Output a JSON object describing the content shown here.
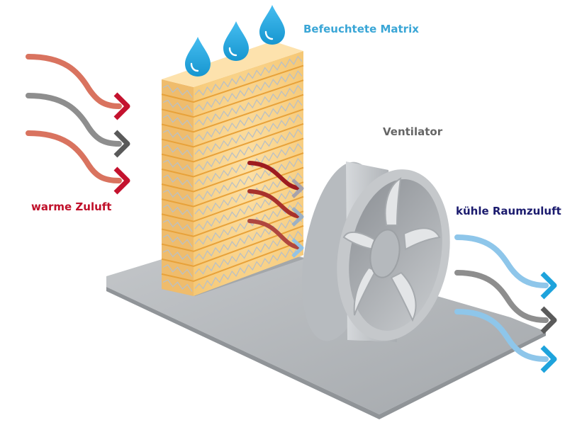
{
  "labels": {
    "matrix": "Befeuchtete Matrix",
    "fan": "Ventilator",
    "warm_air": "warme Zuluft",
    "cool_air": "kühle Raumzuluft"
  },
  "colors": {
    "matrix_label": "#3aa6d6",
    "fan_label": "#666666",
    "warm_label": "#c0102a",
    "cool_label": "#1b1b6e",
    "warm_stream": "#d9735f",
    "warm_head": "#c4122e",
    "neutral_stream": "#8e8e8e",
    "neutral_head": "#5a5a5a",
    "cool_stream": "#8ec6ea",
    "cool_head": "#1ea3dc",
    "water": "#29a9e1",
    "pad_front": "#fbd38a",
    "pad_side": "#efbc6c",
    "pad_top": "#fde2ad",
    "pad_line": "#e8a23a",
    "base": "#b3b6b9",
    "fan_frame": "#c9cccf"
  },
  "icons": [
    "water-drop-icon",
    "warm-air-arrow-icon",
    "cool-air-arrow-icon"
  ]
}
